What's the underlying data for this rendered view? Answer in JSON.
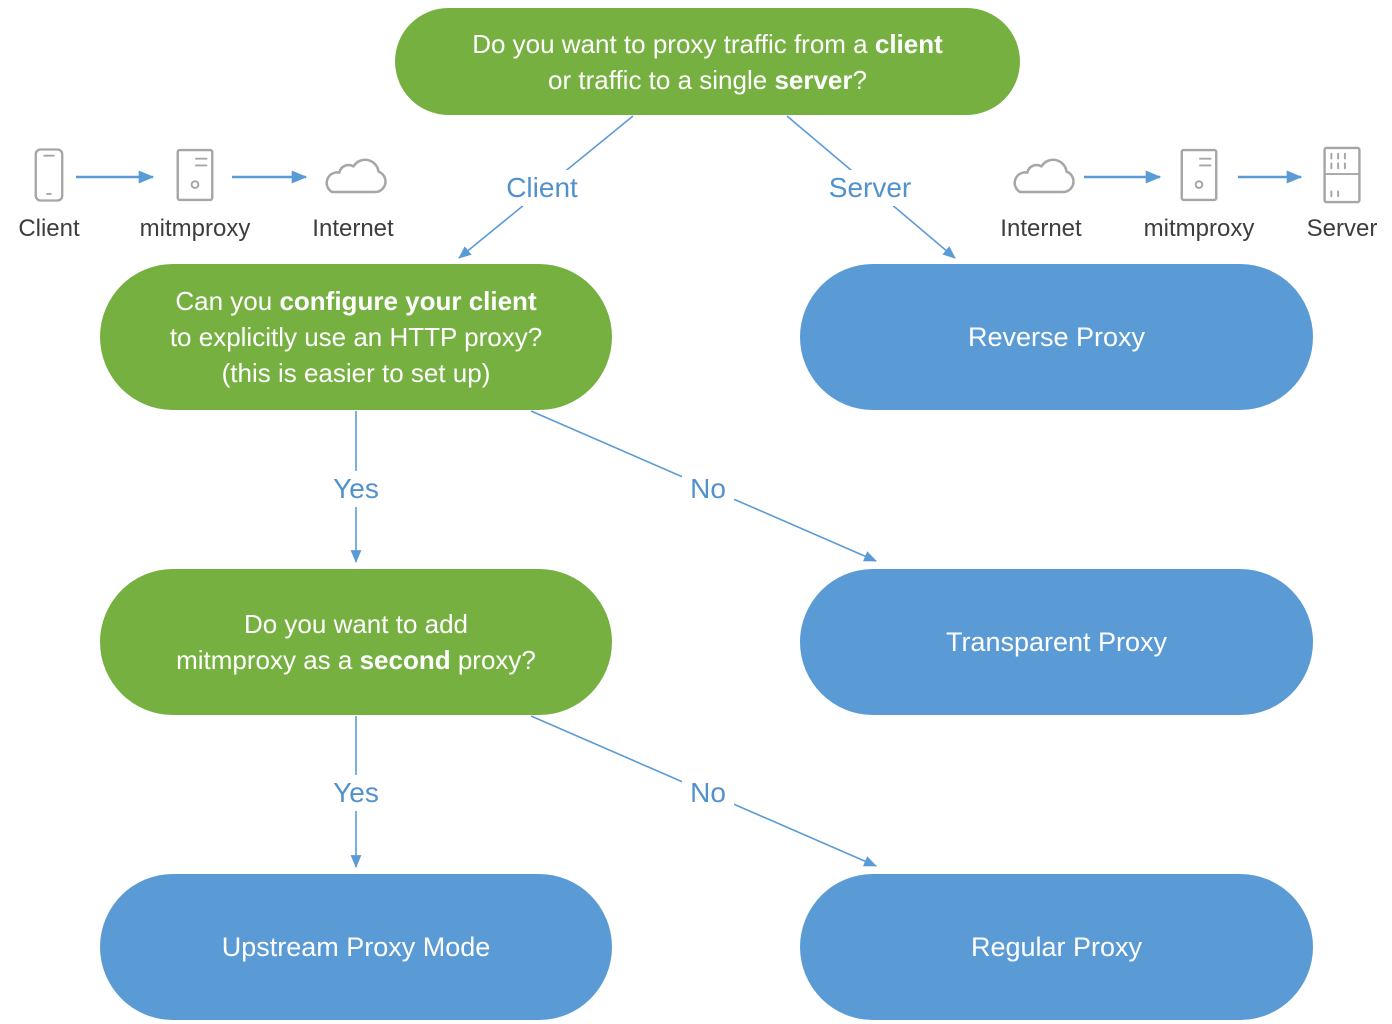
{
  "colors": {
    "green": "#76b041",
    "blue": "#5b9bd5",
    "line": "#5b9bd5",
    "label": "#5291cc",
    "caption": "#3d3d3d",
    "icon": "#a6a6a6"
  },
  "nodes": {
    "q_top": {
      "l1": [
        {
          "t": "Do you want to proxy traffic from a "
        },
        {
          "t": "client",
          "b": true
        }
      ],
      "l2": [
        {
          "t": "or traffic to a single "
        },
        {
          "t": "server",
          "b": true
        },
        {
          "t": "?"
        }
      ]
    },
    "q_configure": {
      "l1": [
        {
          "t": "Can you "
        },
        {
          "t": "configure your client",
          "b": true
        }
      ],
      "l2": [
        {
          "t": "to explicitly use an HTTP proxy?"
        }
      ],
      "l3": [
        {
          "t": "(this is easier to set up)"
        }
      ]
    },
    "q_second": {
      "l1": [
        {
          "t": "Do you want to add"
        }
      ],
      "l2": [
        {
          "t": "mitmproxy as a "
        },
        {
          "t": "second",
          "b": true
        },
        {
          "t": " proxy?"
        }
      ]
    },
    "reverse": "Reverse Proxy",
    "transparent": "Transparent Proxy",
    "upstream": "Upstream Proxy Mode",
    "regular": "Regular Proxy"
  },
  "edges": {
    "client": "Client",
    "server": "Server",
    "yes1": "Yes",
    "no1": "No",
    "yes2": "Yes",
    "no2": "No"
  },
  "icon_strips": {
    "left": {
      "items": [
        {
          "icon": "phone-icon",
          "label": "Client"
        },
        {
          "icon": "server-tower-icon",
          "label": "mitmproxy"
        },
        {
          "icon": "cloud-icon",
          "label": "Internet"
        }
      ]
    },
    "right": {
      "items": [
        {
          "icon": "cloud-icon",
          "label": "Internet"
        },
        {
          "icon": "server-tower-icon",
          "label": "mitmproxy"
        },
        {
          "icon": "server-rack-icon",
          "label": "Server"
        }
      ]
    }
  }
}
